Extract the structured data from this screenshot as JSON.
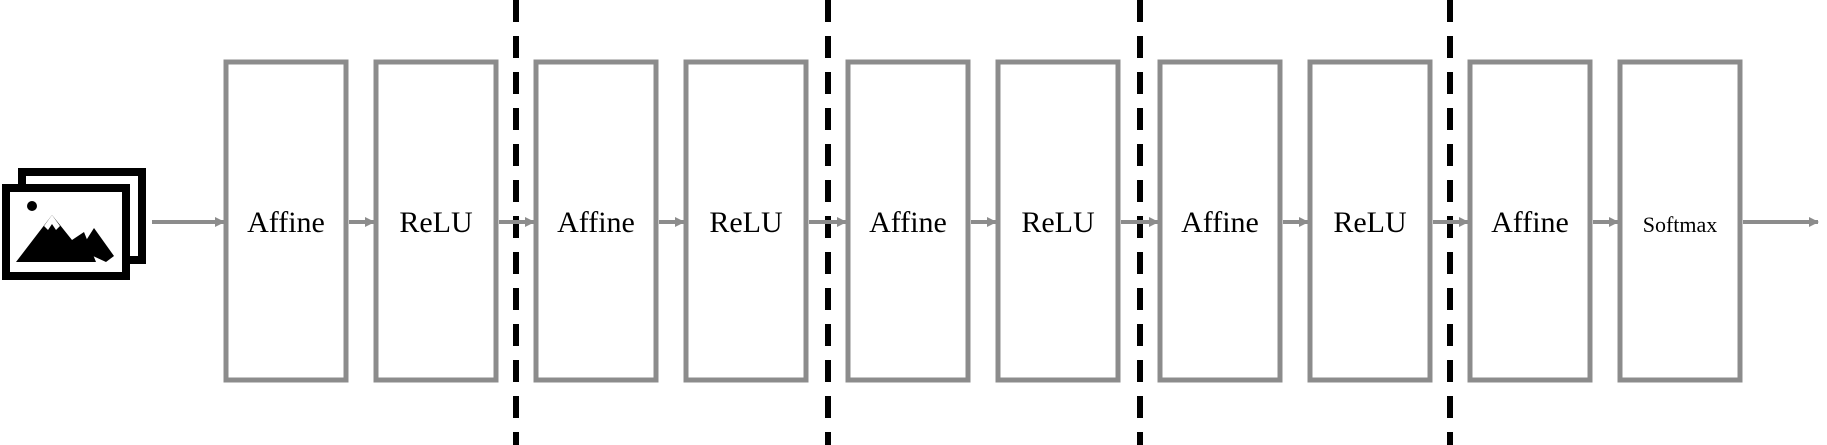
{
  "diagram": {
    "input_icon": "image-stack-icon",
    "layers": [
      {
        "label": "Affine"
      },
      {
        "label": "ReLU"
      },
      {
        "label": "Affine"
      },
      {
        "label": "ReLU"
      },
      {
        "label": "Affine"
      },
      {
        "label": "ReLU"
      },
      {
        "label": "Affine"
      },
      {
        "label": "ReLU"
      },
      {
        "label": "Affine"
      },
      {
        "label": "Softmax"
      }
    ],
    "colors": {
      "box_stroke": "#8c8c8c",
      "arrow": "#8c8c8c",
      "divider": "#000000",
      "text": "#000000",
      "icon": "#000000"
    }
  }
}
